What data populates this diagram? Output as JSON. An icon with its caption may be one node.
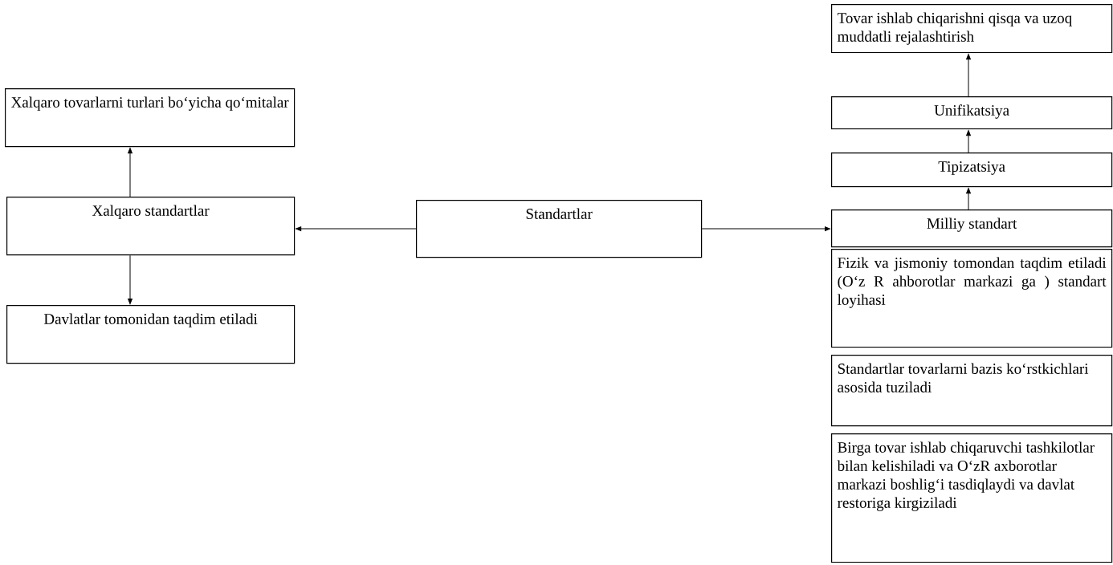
{
  "diagram": {
    "nodes": [
      {
        "text": [
          "Xalqaro tovarlarni turlari bo‘yicha qo‘mitalar"
        ]
      },
      {
        "text": [
          "Xalqaro standartlar"
        ]
      },
      {
        "text": [
          "Davlatlar tomonidan taqdim etiladi"
        ]
      },
      {
        "text": [
          "Standartlar"
        ]
      },
      {
        "text": [
          "Tovar ishlab chiqarishni qisqa va uzoq muddatli rejalashtirish"
        ]
      },
      {
        "text": [
          "Unifikatsiya"
        ]
      },
      {
        "text": [
          "Tipizatsiya"
        ]
      },
      {
        "text": [
          "Milliy standart"
        ]
      },
      {
        "text": [
          "Fizik va jismoniy tomondan taqdim etiladi (O‘z R ahborotlar markazi ga ) standart loyihasi"
        ]
      },
      {
        "text": [
          "Standartlar tovarlarni bazis ko‘rstkichlari asosida tuziladi"
        ]
      },
      {
        "text": [
          "Birga tovar ishlab chiqaruvchi tashkilotlar bilan kelishiladi va O‘zR axborotlar markazi boshlig‘i tasdiqlaydi va davlat restoriga kirgiziladi"
        ]
      }
    ],
    "edges": [
      {
        "from": 3,
        "to": 1,
        "arrow": "to"
      },
      {
        "from": 1,
        "to": 0,
        "arrow": "to"
      },
      {
        "from": 1,
        "to": 2,
        "arrow": "to"
      },
      {
        "from": 3,
        "to": 7,
        "arrow": "to"
      },
      {
        "from": 7,
        "to": 6,
        "arrow": "to"
      },
      {
        "from": 6,
        "to": 5,
        "arrow": "to"
      },
      {
        "from": 5,
        "to": 4,
        "arrow": "to"
      }
    ]
  }
}
